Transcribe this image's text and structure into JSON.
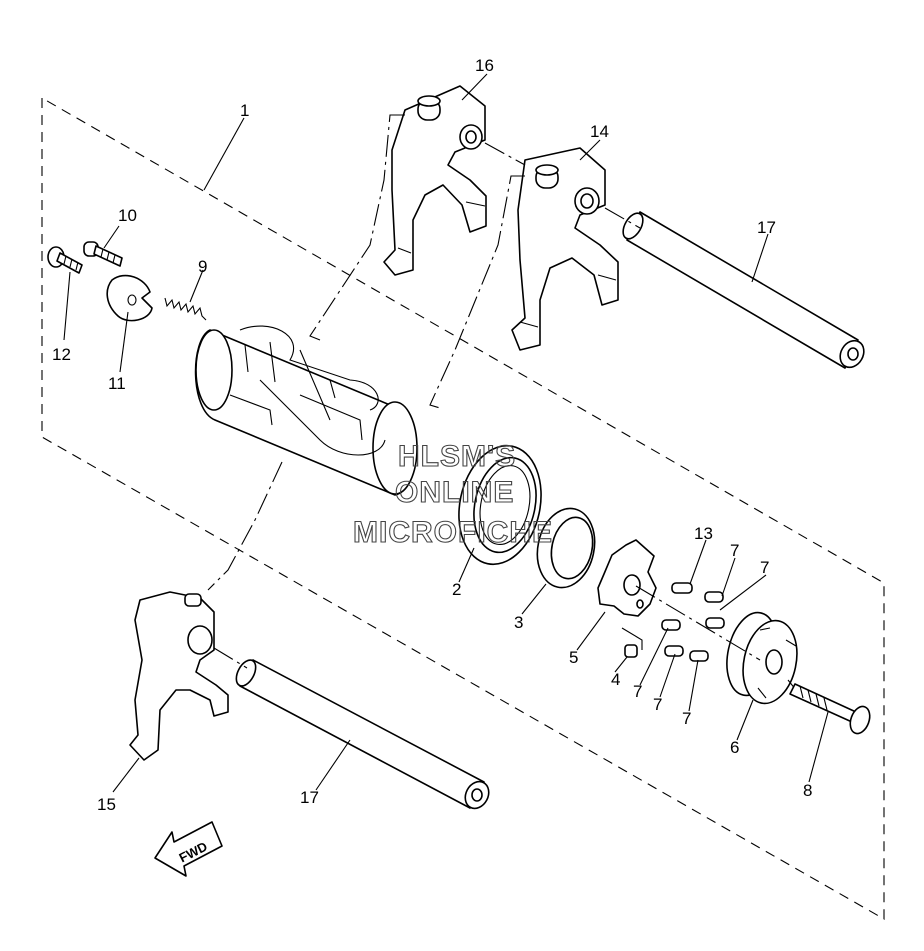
{
  "watermark": {
    "line1": "HLSM'S",
    "line2": "ONLINE",
    "line3": "MICROFICHE"
  },
  "fwd_label": "FWD",
  "callouts": [
    {
      "id": "1",
      "text": "1"
    },
    {
      "id": "2",
      "text": "2"
    },
    {
      "id": "3",
      "text": "3"
    },
    {
      "id": "4",
      "text": "4"
    },
    {
      "id": "5",
      "text": "5"
    },
    {
      "id": "6",
      "text": "6"
    },
    {
      "id": "7a",
      "text": "7"
    },
    {
      "id": "7b",
      "text": "7"
    },
    {
      "id": "7c",
      "text": "7"
    },
    {
      "id": "7d",
      "text": "7"
    },
    {
      "id": "7e",
      "text": "7"
    },
    {
      "id": "8",
      "text": "8"
    },
    {
      "id": "9",
      "text": "9"
    },
    {
      "id": "10",
      "text": "10"
    },
    {
      "id": "11",
      "text": "11"
    },
    {
      "id": "12",
      "text": "12"
    },
    {
      "id": "13",
      "text": "13"
    },
    {
      "id": "14",
      "text": "14"
    },
    {
      "id": "15",
      "text": "15"
    },
    {
      "id": "16",
      "text": "16"
    },
    {
      "id": "17a",
      "text": "17"
    },
    {
      "id": "17b",
      "text": "17"
    }
  ]
}
